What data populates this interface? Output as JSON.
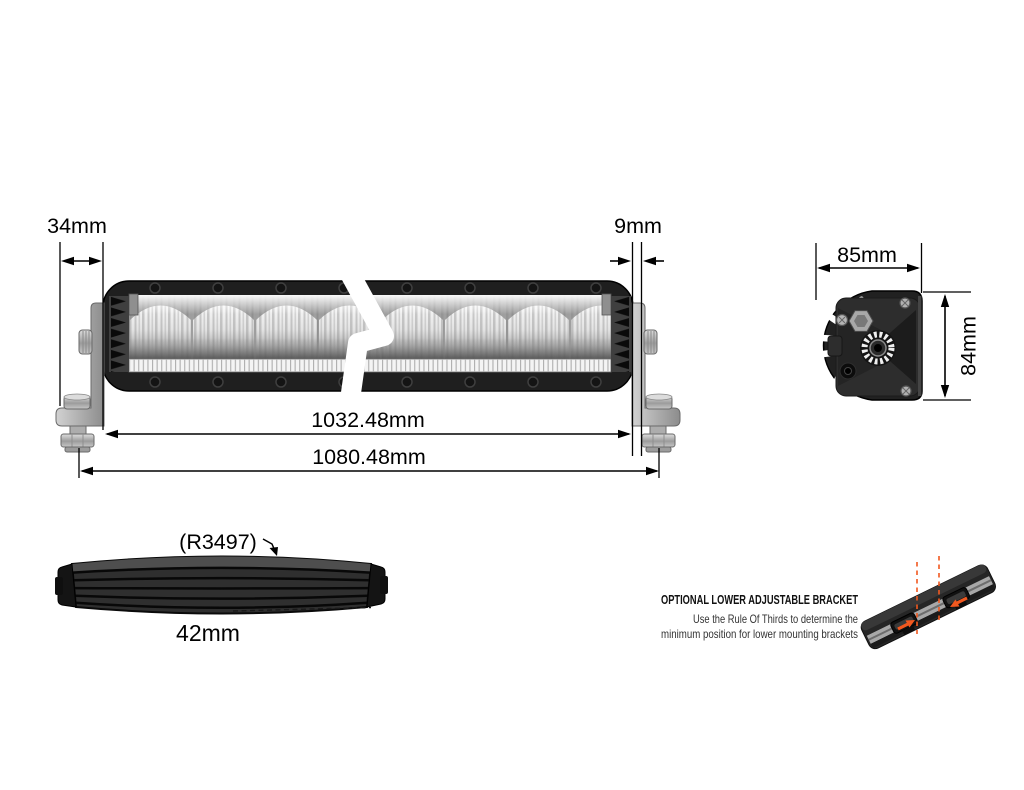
{
  "drawing": {
    "front_view": {
      "dim_bracket_offset": "34mm",
      "dim_mount_gap": "9mm",
      "dim_body_length": "1032.48mm",
      "dim_overall_length": "1080.48mm"
    },
    "end_view": {
      "dim_width": "85mm",
      "dim_height": "84mm"
    },
    "top_view": {
      "radius": "(R3497)",
      "dim_depth": "42mm"
    },
    "note": {
      "title": "OPTIONAL LOWER ADJUSTABLE BRACKET",
      "line1": "Use the Rule Of Thirds to determine the",
      "line2": "minimum position for lower mounting brackets"
    },
    "colors": {
      "accent": "#F1581F",
      "ink": "#000000"
    }
  }
}
